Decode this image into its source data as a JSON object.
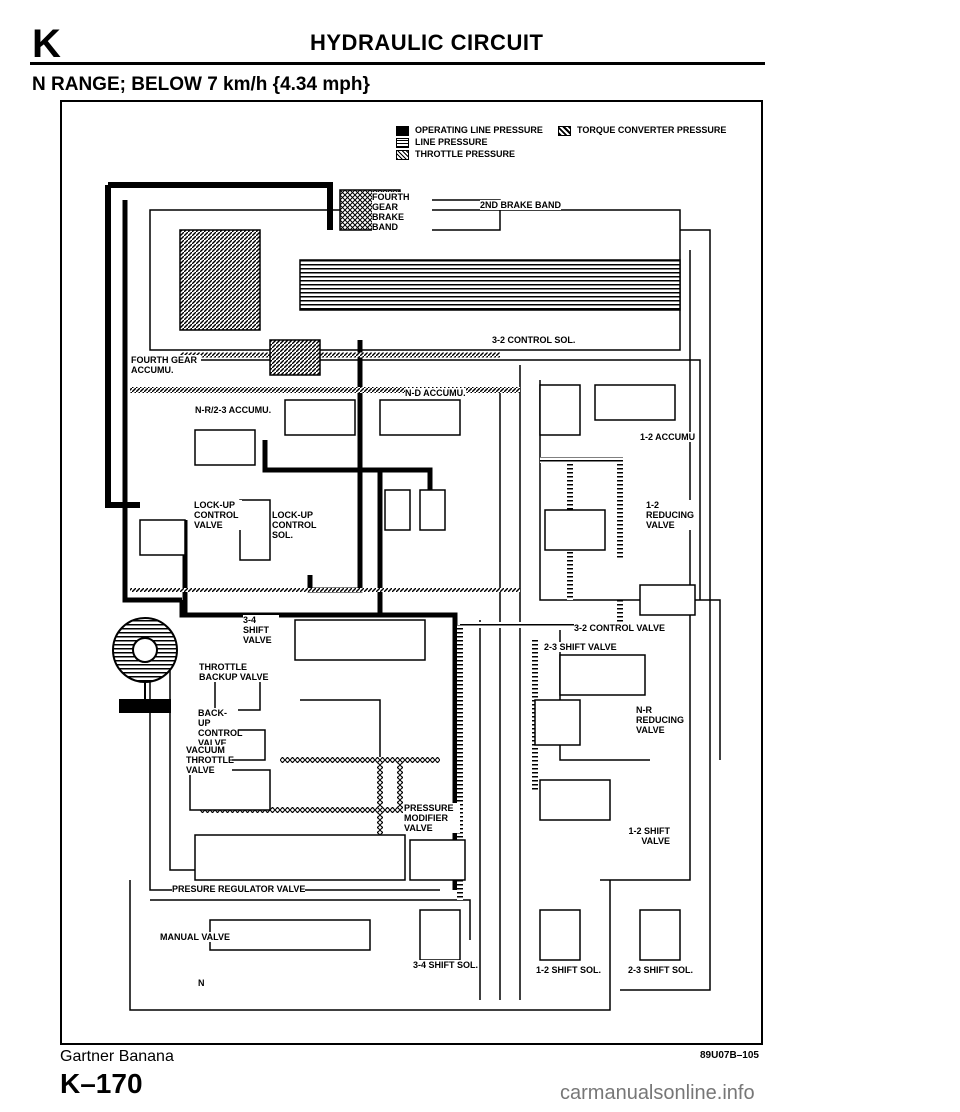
{
  "header": {
    "section_letter": "K",
    "title": "HYDRAULIC CIRCUIT",
    "subtitle": "N RANGE; BELOW 7 km/h {4.34 mph}"
  },
  "legend": {
    "items": [
      {
        "label": "OPERATING LINE PRESSURE",
        "pattern": "solid"
      },
      {
        "label": "LINE PRESSURE",
        "pattern": "dots"
      },
      {
        "label": "THROTTLE PRESSURE",
        "pattern": "cross"
      },
      {
        "label": "TORQUE CONVERTER PRESSURE",
        "pattern": "hatch"
      }
    ]
  },
  "labels": {
    "fourth_gear_brake_band": "FOURTH GEAR BRAKE BAND",
    "second_brake_band": "2ND BRAKE BAND",
    "control_sol_32": "3-2 CONTROL SOL.",
    "fourth_gear_accumu": "FOURTH GEAR ACCUMU.",
    "nd_accumu": "N-D ACCUMU.",
    "nr23_accumu": "N-R/2-3 ACCUMU.",
    "accumu_12": "1-2 ACCUMU",
    "lockup_control_valve": "LOCK-UP CONTROL VALVE",
    "lockup_control_sol": "LOCK-UP CONTROL SOL.",
    "reducing_valve_12": "1-2 REDUCING VALVE",
    "shift_valve_34": "3-4 SHIFT VALVE",
    "control_valve_32": "3-2 CONTROL VALVE",
    "shift_valve_23": "2-3 SHIFT VALVE",
    "throttle_backup_valve": "THROTTLE BACKUP VALVE",
    "backup_control_valve": "BACK-UP CONTROL VALVE",
    "nr_reducing_valve": "N-R REDUCING VALVE",
    "vacuum_throttle_valve": "VACUUM THROTTLE VALVE",
    "pressure_modifier_valve": "PRESSURE MODIFIER VALVE",
    "shift_valve_12": "1-2 SHIFT VALVE",
    "pressure_regulator_valve": "PRESURE REGULATOR VALVE",
    "manual_valve": "MANUAL VALVE",
    "manual_n": "N",
    "shift_sol_34": "3-4 SHIFT SOL.",
    "shift_sol_12": "1-2 SHIFT SOL.",
    "shift_sol_23": "2-3 SHIFT SOL."
  },
  "footer": {
    "credit": "Gartner Banana",
    "page_number": "K–170",
    "figure_code": "89U07B–105",
    "watermark": "carmanualsonline.info"
  }
}
